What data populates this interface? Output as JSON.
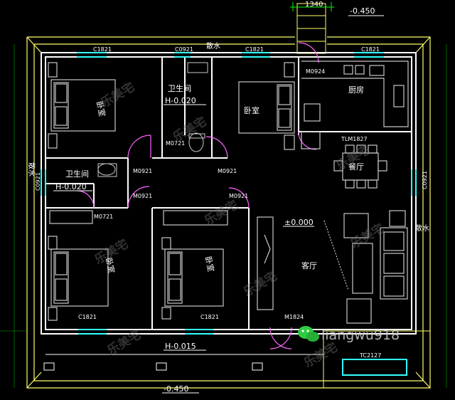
{
  "dimensions": {
    "top_width": "1340"
  },
  "levels": {
    "outdoor_top": "-0.450",
    "outdoor_bottom": "-0.450",
    "bath_upper": "H-0.020",
    "bath_left": "H-0.020",
    "porch": "H-0.015",
    "living": "±0.000"
  },
  "rooms": {
    "bedroom_nw": "卧室",
    "bedroom_ne": "卧室",
    "bath_upper": "卫生间",
    "bath_left": "卫生间",
    "kitchen": "厨房",
    "dining": "餐厅",
    "bedroom_sw": "卧室",
    "bedroom_s": "卧室",
    "living": "客厅"
  },
  "drainage": {
    "top": "散水",
    "left": "散水",
    "right": "散水"
  },
  "codes": {
    "c1821_top_left": "C1821",
    "c0921_top": "C0921",
    "c1821_top_mid": "C1821",
    "c1821_top_right": "C1821",
    "c0921_left": "C0921",
    "c0921_right": "C0921",
    "c1821_bottom_left": "C1821",
    "c1821_bottom_mid": "C1821",
    "m0924": "M0924",
    "m0721_upper": "M0721",
    "m0921_a": "M0921",
    "m0921_b": "M0921",
    "m0921_c": "M0921",
    "m0921_d": "M0921",
    "m0721_lower": "M0721",
    "tlm1827": "TLM1827",
    "m1824": "M1824",
    "tc2127": "TC2127"
  },
  "watermark": {
    "brand": "乐美宅",
    "wechat": "liangwu918"
  },
  "colors": {
    "wall": "#ffffff",
    "outline": "#ffff66",
    "window": "#33ffff",
    "door": "#ff66ff",
    "furniture": "#c8c8c8",
    "dim": "#00ff00",
    "wechat": "#2ecc40"
  }
}
